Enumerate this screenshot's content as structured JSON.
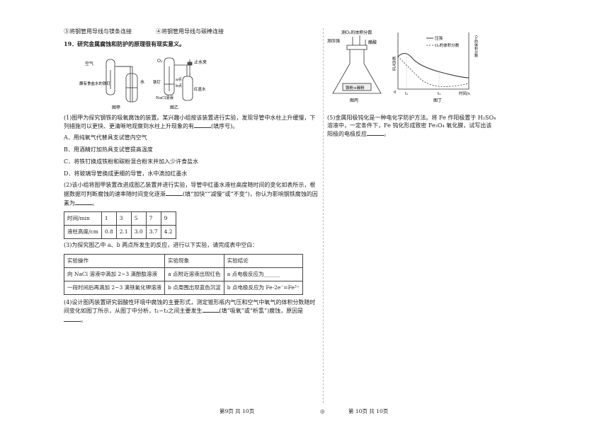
{
  "q18_options": {
    "opt3": "③将钢管用导线与镁条连接",
    "opt4": "④将钢管用导线与碳棒连接"
  },
  "q19": {
    "title": "19．研究金属腐蚀和防护的原理很有现实意义。",
    "fig_jia": {
      "air": "空气",
      "iron": "蘸有食盐水的铁钉",
      "water": "水",
      "caption": "图甲"
    },
    "fig_yi": {
      "o2": "O₂",
      "clamp": "止水夹",
      "a": "a点",
      "b": "b点",
      "nail": "铁钉",
      "ink": "红墨水",
      "nacl": "NaCl溶液",
      "caption": "图乙"
    },
    "p1": "(1)图甲为探究钢铁的吸氧腐蚀的装置。某兴趣小组按该装置进行实验，发现导管中水柱上升缓慢，下列措施可以更快、更清晰地观察到水柱上升现象的有",
    "p1_end": "(填序号)。",
    "options": [
      "A．用纯氧气代替具支试管内空气",
      "B．用酒精灯加热具支试管提高温度",
      "C．将铁钉换成铁粉和碳粉混合粉末并加入少许食盐水",
      "D．将玻璃导管换成更细的导管，水中滴加红墨水"
    ],
    "p2a": "(2)该小组将图甲装置改进成图乙装置并进行实验，导管中红墨水液柱高度随时间的变化如表所示，根据数据可判断腐蚀的速率随时间变化逐渐",
    "p2b": "(填“加快”“减慢”或“不变”)，你认为影响钢铁腐蚀的因素为",
    "p2c": "。",
    "table1": {
      "row1_label": "时间/min",
      "times": [
        "1",
        "3",
        "5",
        "7",
        "9"
      ],
      "row2_label": "液柱高度/cm",
      "heights": [
        "0.8",
        "2.1",
        "3.0",
        "3.7",
        "4.2"
      ]
    },
    "p3": "(3)为探究图乙中 a、b 两点所发生的反应，进行以下实验，请完成表中空白：",
    "table2": {
      "headers": [
        "实验操作",
        "实验现象",
        "实验结论"
      ],
      "rows": [
        [
          "向 NaCl 溶液中滴加 2~3 滴酚酞溶液",
          "a 点附近溶液出现红色",
          "a 点电极反应为______"
        ],
        [
          "一段时间后再滴加 2~3 滴铁氰化钾溶液",
          "b 点周围出现蓝色沉淀",
          "b 点电极反应为 Fe-2e⁻=Fe²⁺"
        ]
      ]
    },
    "p4a": "(4)设计图丙装置研究弱酸性环境中腐蚀的主要形式，测定锥形瓶内气压和空气中氧气的体积分数随时间变化如图丁所示，从图丁中分析，t₁~t₂之间主要发生",
    "p4b": "(填“吸氧”或“析氢”)腐蚀，原因是",
    "p4c": "。"
  },
  "fig_bing": {
    "sensor_o2": "测O₂的体积分数",
    "sensor_p": "测压强",
    "acid": "醋酸",
    "powder": "铁粉+碳粉",
    "caption": "图丙"
  },
  "fig_ding": {
    "ylabel_left": "瓶内气压",
    "ylabel_right": "O₂的体积分数",
    "legend_p": "压强",
    "legend_o2": "O₂的体积分数",
    "origin": "0",
    "t1": "t₁",
    "t2": "t₂",
    "xlabel": "时间/s",
    "caption": "图丁"
  },
  "q19_5": "(5)金属阳极钝化是一种电化学防护方法。将 Fe 作阳极置于 H₂SO₄ 溶液中，一定条件下，Fe 钝化形成致密 Fe₃O₄ 氧化膜，试写出该阳极的电极反应",
  "q19_5_end": "。",
  "footer": {
    "left": "第9页  共 10页",
    "right": "第 10页  共 10页",
    "center_mark": "◎"
  }
}
